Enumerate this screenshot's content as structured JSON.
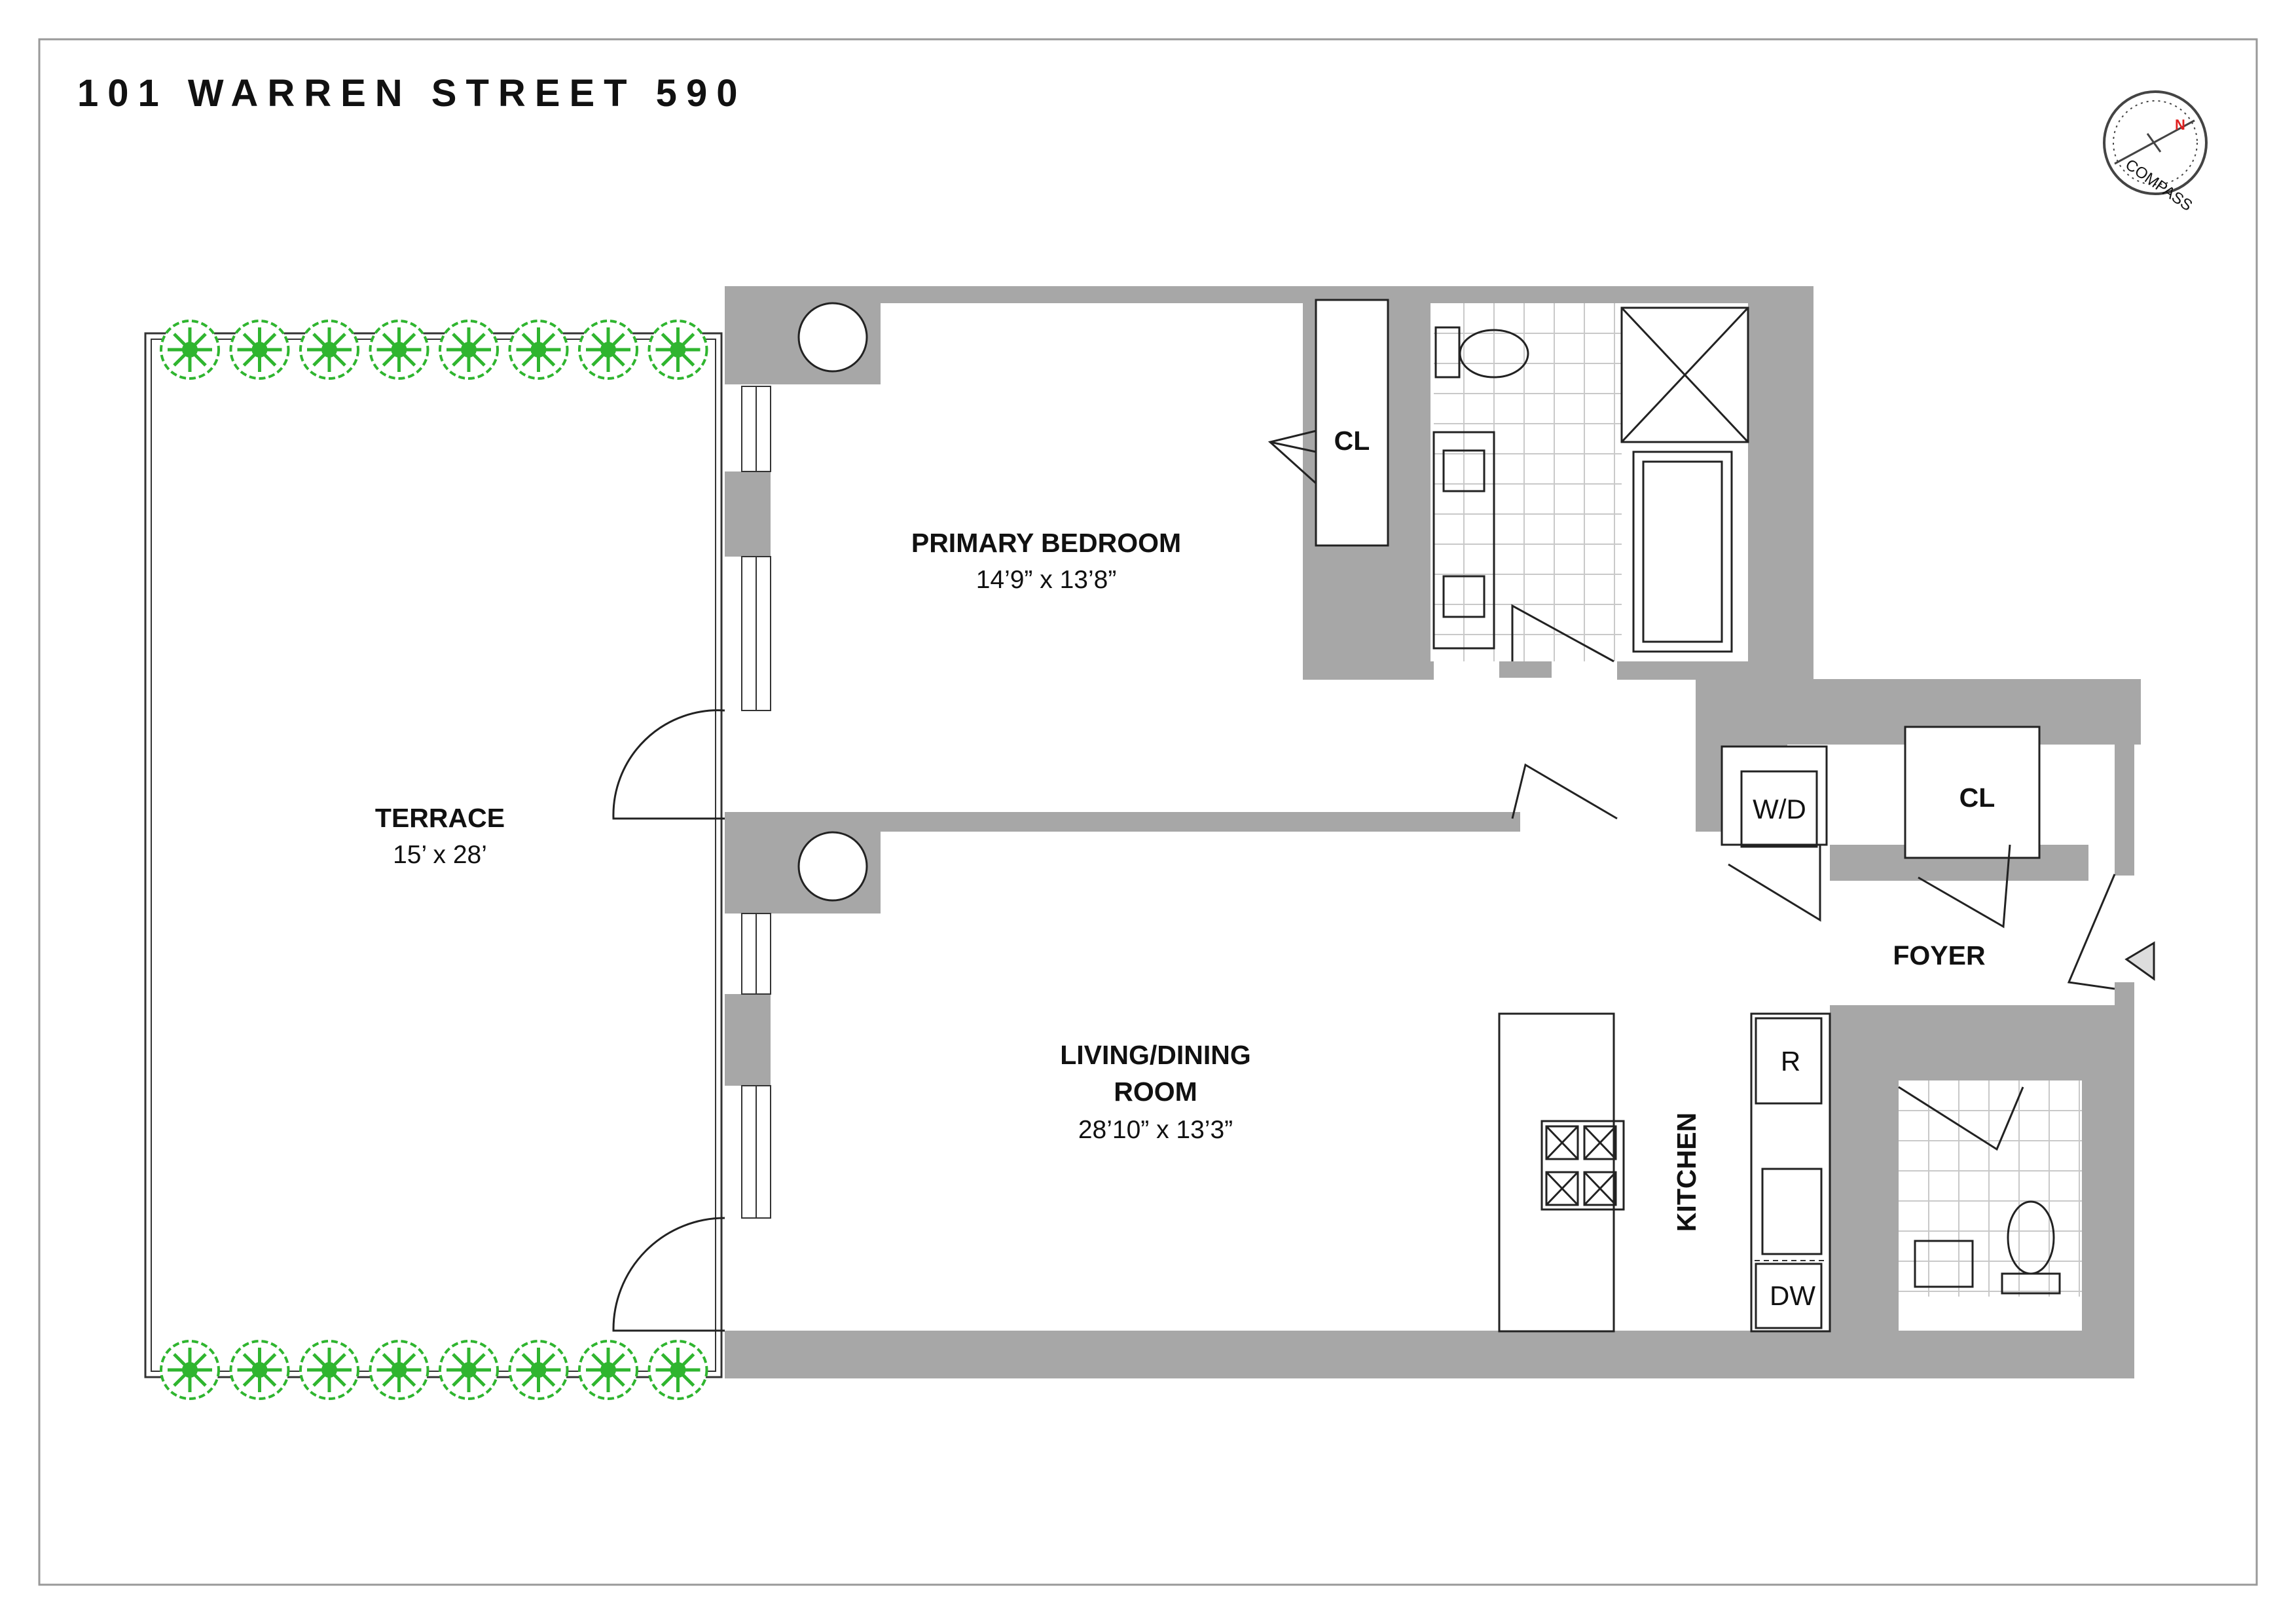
{
  "title": "101 WARREN STREET 590",
  "compass": {
    "label": "COMPASS",
    "north": "N"
  },
  "rooms": {
    "terrace": {
      "name": "TERRACE",
      "dims": "15’ x 28’"
    },
    "bedroom": {
      "name": "PRIMARY BEDROOM",
      "dims": "14’9” x 13’8”"
    },
    "living": {
      "name_line1": "LIVING/DINING",
      "name_line2": "ROOM",
      "dims": "28’10” x 13’3”"
    },
    "kitchen": {
      "name": "KITCHEN"
    },
    "foyer": {
      "name": "FOYER"
    }
  },
  "closets": {
    "bedroom_closet": "CL",
    "foyer_closet": "CL"
  },
  "appliances": {
    "washer_dryer": "W/D",
    "refrigerator": "R",
    "dishwasher": "DW"
  },
  "colors": {
    "wall": "#a7a7a7",
    "plant": "#2fb52f",
    "compass_north": "#e02020"
  }
}
